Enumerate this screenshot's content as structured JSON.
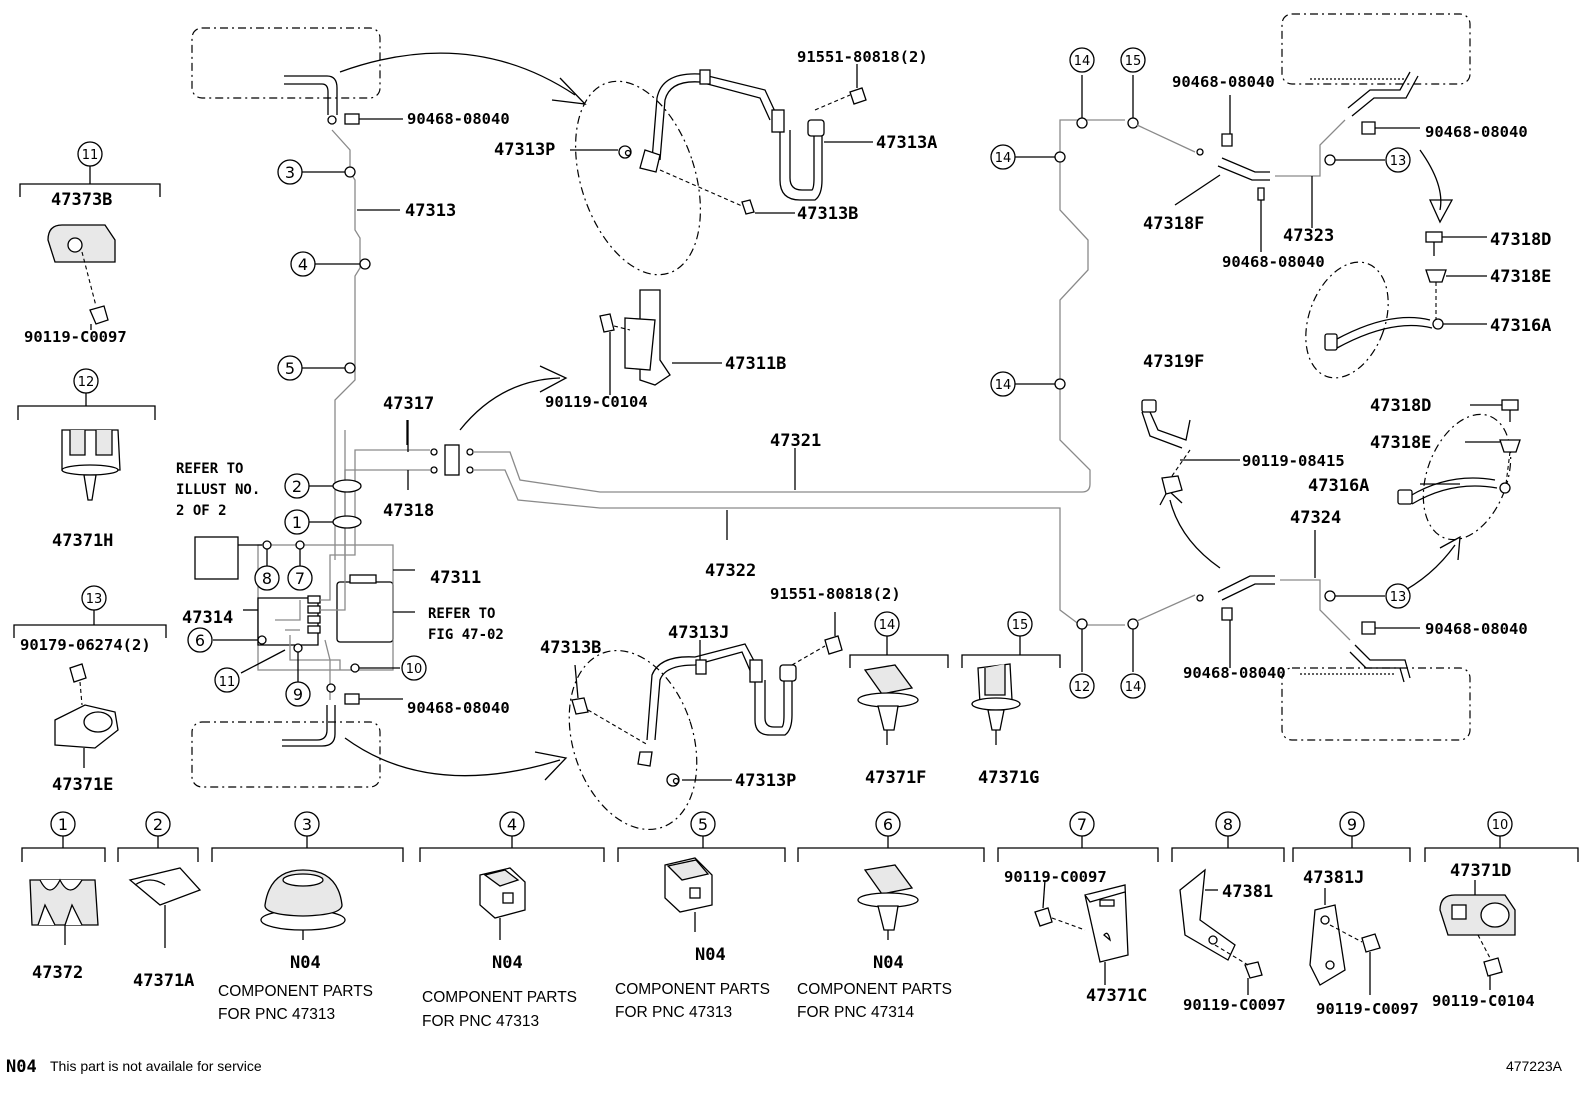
{
  "labels": {
    "p_90468_08040_a": "90468-08040",
    "p_91551_top": "91551-80818(2)",
    "p_47313P_top": "47313P",
    "p_47313A": "47313A",
    "p_47313_main": "47313",
    "p_47313B_top": "47313B",
    "p_47373B": "47373B",
    "p_90119_C0097_left": "90119-C0097",
    "p_47311B": "47311B",
    "p_90119_C0104_mid": "90119-C0104",
    "p_47371H": "47371H",
    "p_47317": "47317",
    "p_47318": "47318",
    "p_47321": "47321",
    "p_47322": "47322",
    "p_47311": "47311",
    "p_47314": "47314",
    "p_90179": "90179-06274(2)",
    "p_47371E": "47371E",
    "p_90468_08040_b": "90468-08040",
    "p_91551_bot": "91551-80818(2)",
    "p_47313J": "47313J",
    "p_47313B_bot": "47313B",
    "p_47313P_bot": "47313P",
    "p_47371F": "47371F",
    "p_47371G": "47371G",
    "p_90468_r1": "90468-08040",
    "p_90468_r2": "90468-08040",
    "p_47318F": "47318F",
    "p_47323": "47323",
    "p_90468_r3": "90468-08040",
    "p_47318D_a": "47318D",
    "p_47318E_a": "47318E",
    "p_47316A_a": "47316A",
    "p_47319F": "47319F",
    "p_90119_08415": "90119-08415",
    "p_47318D_b": "47318D",
    "p_47318E_b": "47318E",
    "p_47316A_b": "47316A",
    "p_47324": "47324",
    "p_90468_r4": "90468-08040",
    "p_90468_r5": "90468-08040"
  },
  "refer_notes": {
    "illust_line1": "REFER TO",
    "illust_line2": "ILLUST NO.",
    "illust_line3": "2 OF 2",
    "fig_line1": "REFER TO",
    "fig_line2": "FIG 47-02"
  },
  "callouts": {
    "c1": "1",
    "c2": "2",
    "c3": "3",
    "c4": "4",
    "c5": "5",
    "c6": "6",
    "c7": "7",
    "c8": "8",
    "c9": "9",
    "c10": "10",
    "c11": "11",
    "c12": "12",
    "c13": "13",
    "c14": "14",
    "c15": "15"
  },
  "legend": [
    {
      "num": "1",
      "part": "47372"
    },
    {
      "num": "2",
      "part": "47371A"
    },
    {
      "num": "3",
      "code": "N04",
      "caption1": "COMPONENT PARTS",
      "caption2": "FOR PNC 47313"
    },
    {
      "num": "4",
      "code": "N04",
      "caption1": "COMPONENT PARTS",
      "caption2": "FOR PNC 47313"
    },
    {
      "num": "5",
      "code": "N04",
      "caption1": "COMPONENT PARTS",
      "caption2": "FOR PNC 47313"
    },
    {
      "num": "6",
      "code": "N04",
      "caption1": "COMPONENT PARTS",
      "caption2": "FOR PNC 47314"
    },
    {
      "num": "7",
      "part": "47371C",
      "bolt": "90119-C0097"
    },
    {
      "num": "8",
      "part": "47381",
      "bolt": "90119-C0097"
    },
    {
      "num": "9",
      "part": "47381J",
      "bolt": "90119-C0097"
    },
    {
      "num": "10",
      "part": "47371D",
      "bolt": "90119-C0104"
    }
  ],
  "side_legend": [
    {
      "num": "11",
      "part": "47373B",
      "bolt": "90119-C0097"
    },
    {
      "num": "12",
      "part": "47371H"
    },
    {
      "num": "13",
      "part": "47371E",
      "bolt": "90179-06274(2)"
    },
    {
      "num": "14",
      "part": "47371F"
    },
    {
      "num": "15",
      "part": "47371G"
    }
  ],
  "footer": {
    "code": "N04",
    "note": "This part is not availale for service",
    "illustration_id": "477223A"
  }
}
